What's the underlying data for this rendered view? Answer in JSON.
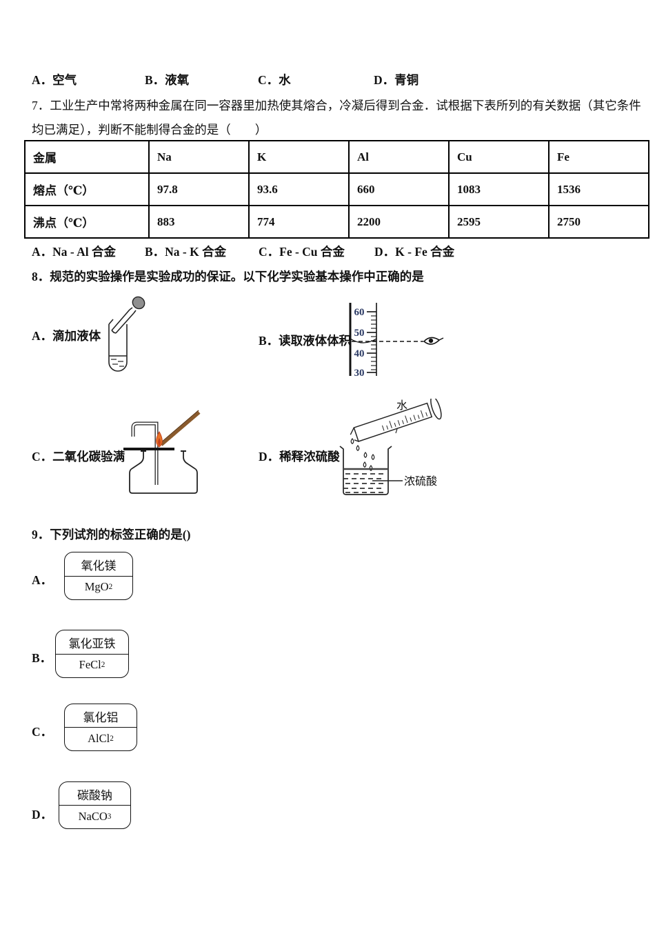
{
  "q6_options": [
    "A．空气",
    "B．液氧",
    "C．水",
    "D．青铜"
  ],
  "q7": {
    "stem_line1": "7．工业生产中常将两种金属在同一容器里加热使其熔合，冷凝后得到合金．试根据下表所列的有关数据（其它条件",
    "stem_line2": "均已满足），判断不能制得合金的是（　　）",
    "table": {
      "header": [
        "金属",
        "Na",
        "K",
        "Al",
        "Cu",
        "Fe"
      ],
      "rows": [
        {
          "label": "熔点（℃）",
          "values": [
            "97.8",
            "93.6",
            "660",
            "1083",
            "1536"
          ]
        },
        {
          "label": "沸点（℃）",
          "values": [
            "883",
            "774",
            "2200",
            "2595",
            "2750"
          ]
        }
      ]
    },
    "options": [
      "A．Na - Al 合金",
      "B．Na - K 合金",
      "C．Fe - Cu 合金",
      "D．K - Fe 合金"
    ]
  },
  "q8": {
    "stem": "8．规范的实验操作是实验成功的保证。以下化学实验基本操作中正确的是",
    "option_a_label": "A．滴加液体",
    "option_b_label": "B．读取液体体积",
    "option_c_label": "C．二氧化碳验满",
    "option_d_label": "D．稀释浓硫酸",
    "cylinder_ticks": [
      "60",
      "50",
      "40",
      "30"
    ],
    "water_label": "水",
    "acid_label": "浓硫酸"
  },
  "q9": {
    "stem": "9．下列试剂的标签正确的是()",
    "options": [
      {
        "letter": "A．",
        "name": "氧化镁",
        "formula_base": "MgO",
        "formula_sub": "2"
      },
      {
        "letter": "B．",
        "name": "氯化亚铁",
        "formula_base": "FeCl",
        "formula_sub": "2"
      },
      {
        "letter": "C．",
        "name": "氯化铝",
        "formula_base": "AlCl",
        "formula_sub": "2"
      },
      {
        "letter": "D．",
        "name": "碳酸钠",
        "formula_base": "NaCO",
        "formula_sub": "3"
      }
    ]
  },
  "colors": {
    "text": "#111111",
    "scale_numbers": "#2b3a64",
    "splint_brown": "#8a5a2c",
    "flame_orange": "#e87427",
    "flame_red": "#c4411d",
    "bulb_gray": "#8f8f8f"
  }
}
